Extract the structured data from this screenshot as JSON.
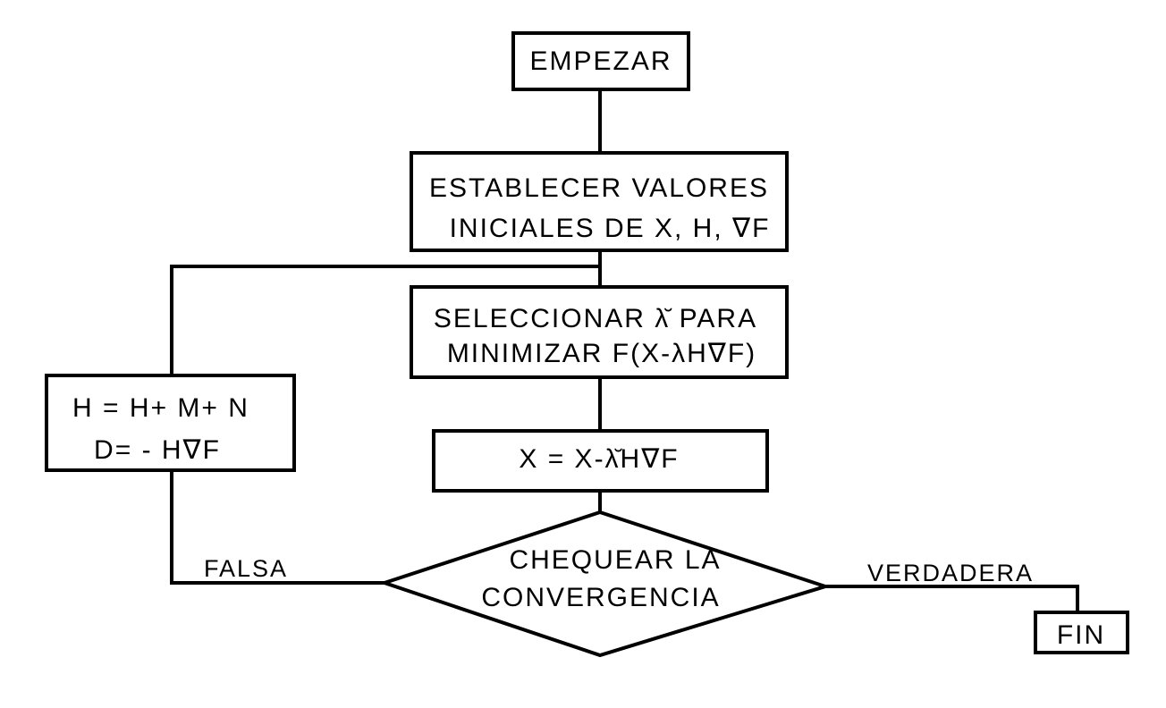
{
  "flowchart": {
    "start": "EMPEZAR",
    "init": {
      "line1": "ESTABLECER VALORES",
      "line2": "INICIALES DE  X, H, ∇F"
    },
    "select": {
      "line1": "SELECCIONAR λ̆ PARA",
      "line2": "MINIMIZAR  F(X-λH∇F)"
    },
    "update_x": "X = X-λ̆H∇F",
    "update_h": {
      "line1": "H = H+ M+ N",
      "line2": "D= - H∇F"
    },
    "check": {
      "line1": "CHEQUEAR LA",
      "line2": "CONVERGENCIA"
    },
    "false_label": "FALSA",
    "true_label": "VERDADERA",
    "end": "FIN"
  },
  "colors": {
    "ink": "#000000",
    "background": "#ffffff"
  }
}
